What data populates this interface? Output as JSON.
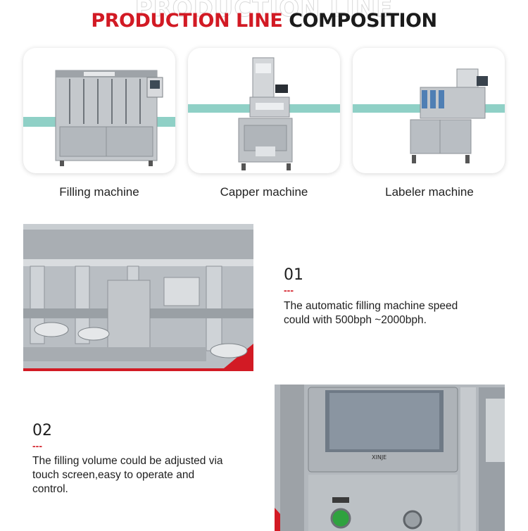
{
  "header": {
    "watermark": "PRODUCTION LINE",
    "title_red": "PRODUCTION LINE",
    "title_dark": "COMPOSITION"
  },
  "machines": [
    {
      "label": "Filling machine"
    },
    {
      "label": "Capper machine"
    },
    {
      "label": "Labeler machine"
    }
  ],
  "features": [
    {
      "number": "01",
      "dash": "---",
      "lines": [
        "The automatic filling machine speed",
        "could with 500bph ~2000bph."
      ]
    },
    {
      "number": "02",
      "dash": "---",
      "lines": [
        "The filling volume could be adjusted via",
        "touch screen,easy to operate and",
        "control."
      ]
    }
  ],
  "screen_brand": "XINJE",
  "colors": {
    "accent": "#d21a24",
    "steel": "#b9bec3",
    "belt": "#7fc9c0"
  }
}
